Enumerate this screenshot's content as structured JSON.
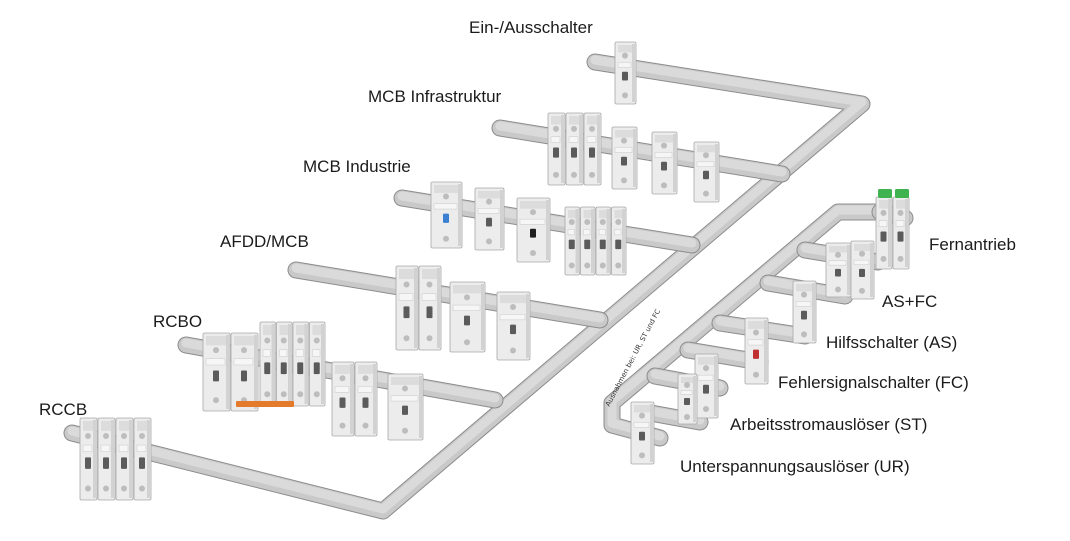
{
  "labels": {
    "switch": "Ein-/Ausschalter",
    "mcb_infra": "MCB Infrastruktur",
    "mcb_industry": "MCB Industrie",
    "afdd": "AFDD/MCB",
    "rcbo": "RCBO",
    "rccb": "RCCB",
    "remote": "Fernantrieb",
    "as_fc": "AS+FC",
    "aux": "Hilfsschalter (AS)",
    "fault": "Fehlersignalschalter (FC)",
    "shunt": "Arbeitsstromauslöser (ST)",
    "undervoltage": "Unterspannungsauslöser (UR)",
    "note": "Ausnahmen bei: UR, ST und FC"
  },
  "colors": {
    "rail_top": "#dadada",
    "rail_front": "#c9c9c9",
    "rail_edge": "#8c8c8c",
    "device_body": "#ececec",
    "device_shade": "#d2d2d2",
    "handle_green": "#3fb34f",
    "handle_blue": "#3a7fd1",
    "handle_black": "#1e1e1e",
    "handle_red": "#c03030",
    "busbar_orange": "#e47a2b"
  },
  "icons": {
    "rail": "din-rail-icon",
    "device": "breaker-module-icon"
  }
}
